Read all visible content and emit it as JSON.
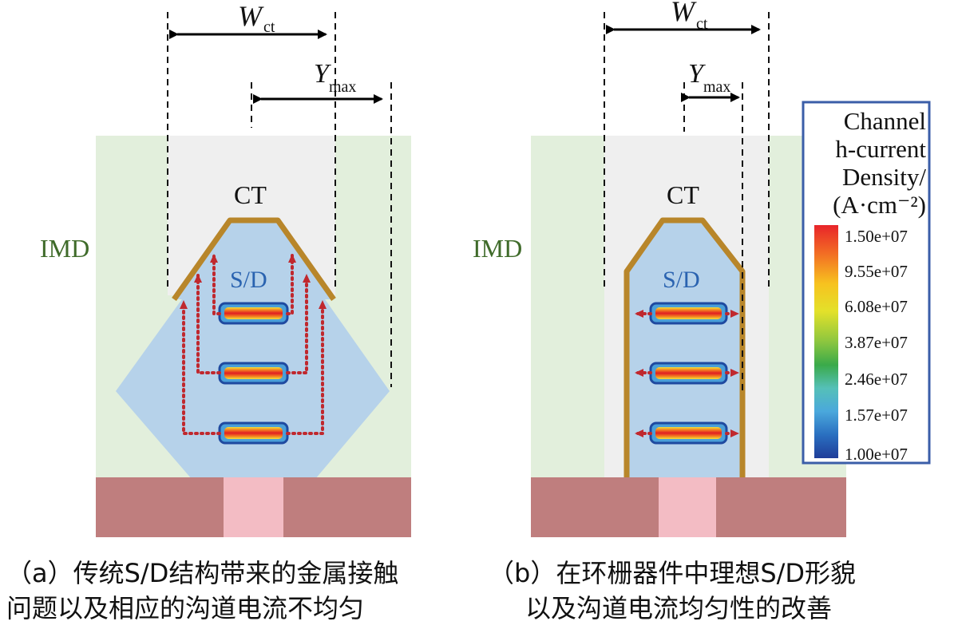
{
  "colors": {
    "imd": "#e2efdc",
    "ct_region": "#efefef",
    "sd": "#b6d2ea",
    "liner": "#b8862a",
    "substrate": "#bf7e7e",
    "gate_pad": "#f3bcc4",
    "arrow": "#c0282e",
    "imd_text": "#3f6b2a",
    "sd_text": "#2a63b0",
    "legend_border": "#3b5ea8"
  },
  "panel_a": {
    "imd_label": "IMD",
    "ct_label": "CT",
    "sd_label": "S/D",
    "w_label": "W",
    "w_sub": "ct",
    "y_label": "Y",
    "y_sub": "max",
    "caption_line1": "（a）传统S/D结构带来的金属接触",
    "caption_line2": "问题以及相应的沟道电流不均匀"
  },
  "panel_b": {
    "imd_label": "IMD",
    "ct_label": "CT",
    "sd_label": "S/D",
    "w_label": "W",
    "w_sub": "ct",
    "y_label": "Y",
    "y_sub": "max",
    "caption_line1": "（b）在环栅器件中理想S/D形貌",
    "caption_line2": "以及沟道电流均匀性的改善"
  },
  "legend": {
    "title_lines": [
      "Channel",
      "h-current",
      "Density/",
      "(A·cm⁻²)"
    ],
    "values": [
      "1.50e+07",
      "9.55e+07",
      "6.08e+07",
      "3.87e+07",
      "2.46e+07",
      "1.57e+07",
      "1.00e+07"
    ],
    "scale_colors": [
      "#e8242a",
      "#f26c24",
      "#f7c21f",
      "#e3e12a",
      "#8cc63f",
      "#3aaa4a",
      "#55c0b8",
      "#4aa8dc",
      "#2a6fc0",
      "#1f3d99"
    ]
  }
}
